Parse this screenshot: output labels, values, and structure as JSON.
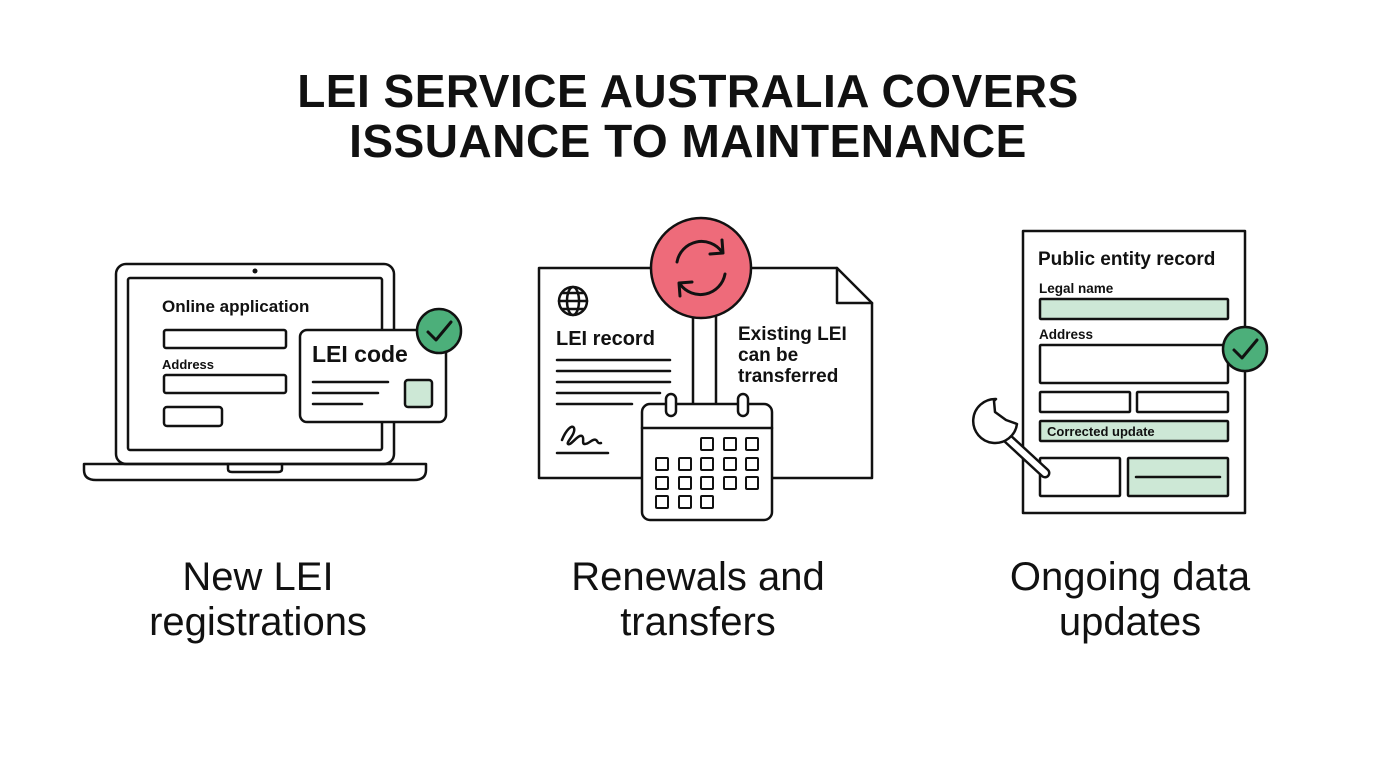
{
  "title": {
    "line1": "LEI SERVICE AUSTRALIA COVERS",
    "line2": "ISSUANCE TO MAINTENANCE"
  },
  "colors": {
    "stroke": "#111111",
    "accent_green": "#4caf7a",
    "accent_red": "#ee6b7a",
    "field_green": "#cde8d6"
  },
  "panels": [
    {
      "icons": [
        "laptop-icon",
        "form-icon",
        "check-icon"
      ],
      "labels": {
        "heading": "Online application",
        "field": "Address",
        "card": "LEI code"
      },
      "caption": {
        "line1": "New LEI",
        "line2": "registrations"
      }
    },
    {
      "icons": [
        "document-icon",
        "globe-icon",
        "refresh-icon",
        "calendar-icon",
        "signature-icon"
      ],
      "labels": {
        "record": "LEI record",
        "note_line1": "Existing LEI",
        "note_line2": "can be",
        "note_line3": "transferred"
      },
      "caption": {
        "line1": "Renewals and",
        "line2": "transfers"
      }
    },
    {
      "icons": [
        "record-icon",
        "wrench-icon",
        "check-icon"
      ],
      "labels": {
        "heading": "Public entity record",
        "legal_name": "Legal name",
        "address": "Address",
        "update": "Corrected update"
      },
      "caption": {
        "line1": "Ongoing data",
        "line2": "updates"
      }
    }
  ]
}
